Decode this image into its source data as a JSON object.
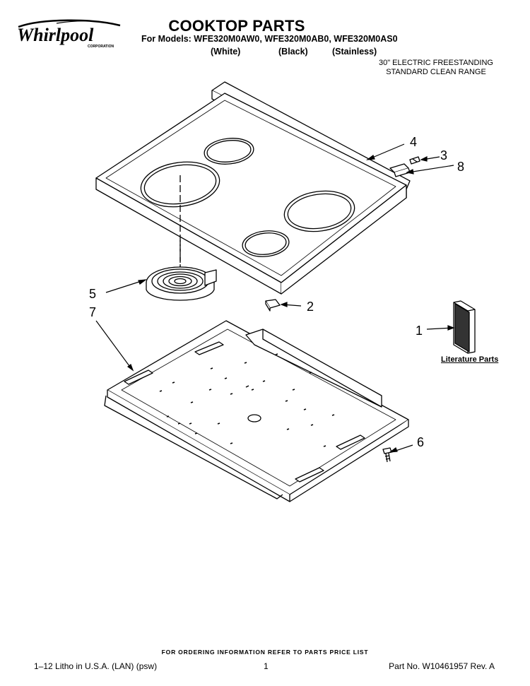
{
  "brand": {
    "name": "Whirlpool",
    "sub": "CORPORATION"
  },
  "header": {
    "title": "COOKTOP PARTS",
    "models": "For Models: WFE320M0AW0, WFE320M0AB0, WFE320M0AS0",
    "variants": [
      "(White)",
      "(Black)",
      "(Stainless)"
    ],
    "range_line1": "30\" ELECTRIC FREESTANDING",
    "range_line2": "STANDARD CLEAN RANGE"
  },
  "callouts": [
    "1",
    "2",
    "3",
    "4",
    "5",
    "6",
    "7",
    "8"
  ],
  "literature_label": "Literature Parts",
  "footer": {
    "ordering": "FOR ORDERING INFORMATION REFER TO PARTS PRICE LIST",
    "litho": "1–12 Litho in U.S.A. (LAN) (psw)",
    "page": "1",
    "part": "Part No. W10461957 Rev. A"
  }
}
